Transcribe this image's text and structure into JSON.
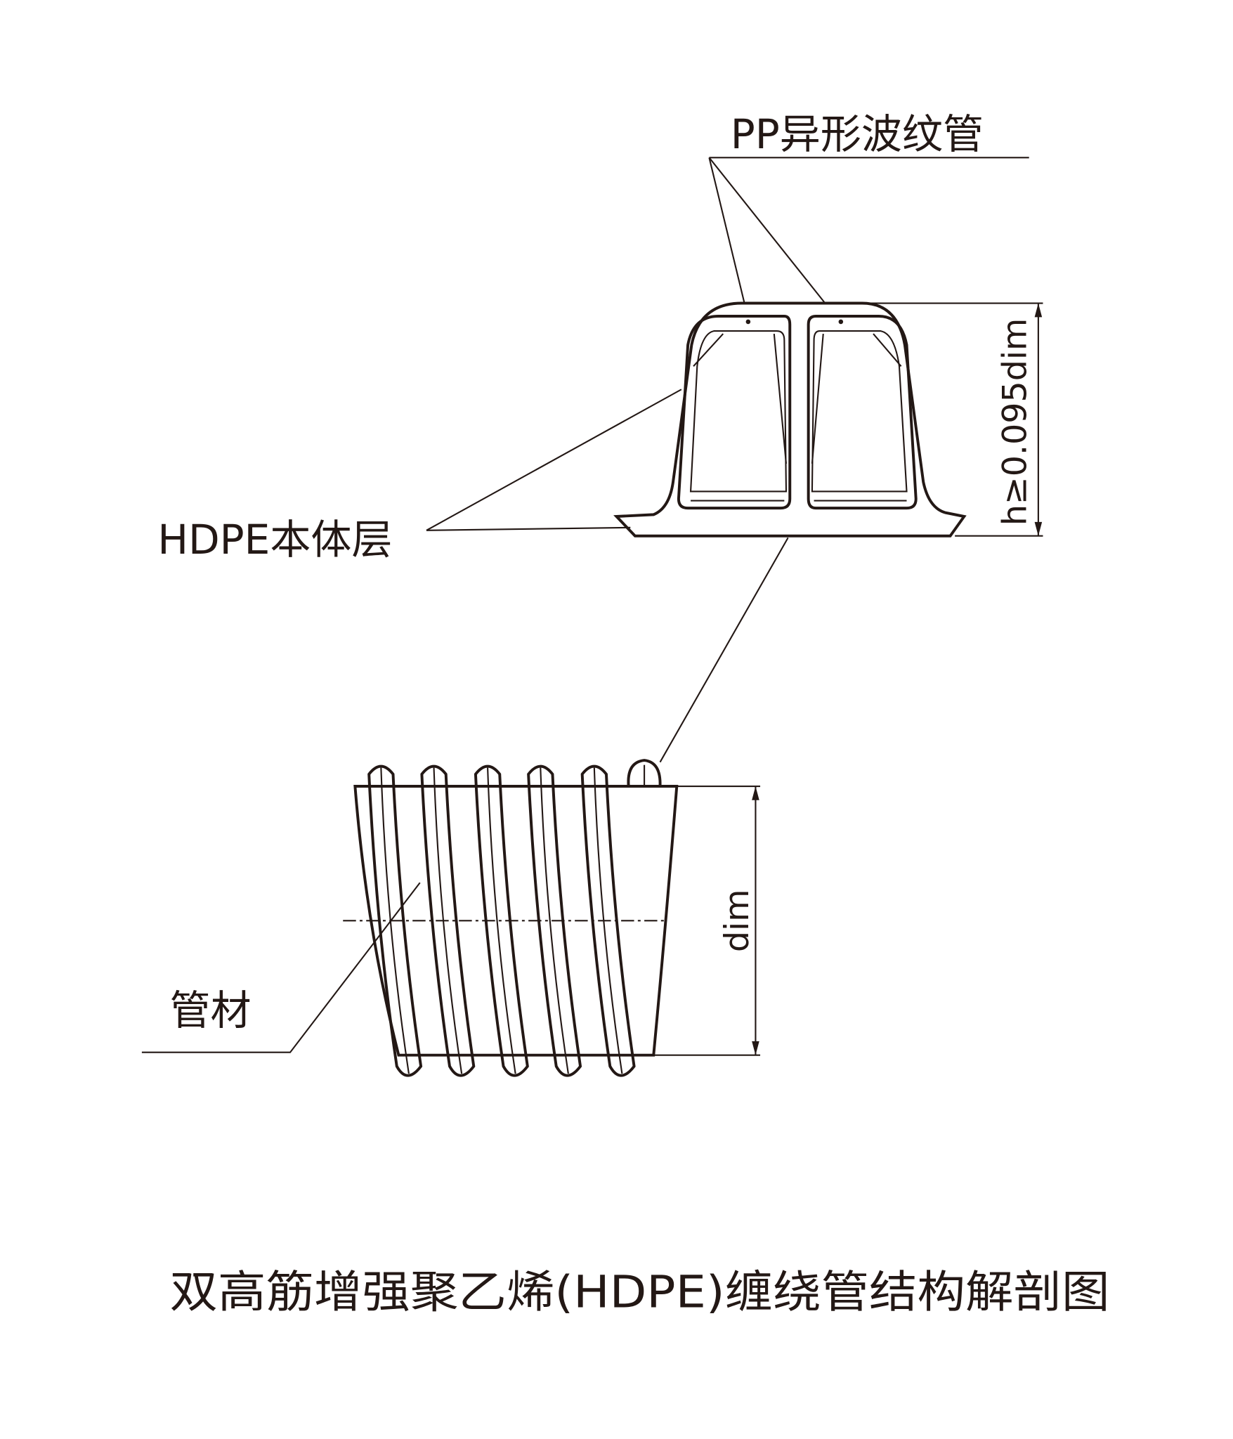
{
  "labels": {
    "pp_corrugated_pipe": "PP异形波纹管",
    "hdpe_body_layer": "HDPE本体层",
    "height_dimension": "h≥0.095dim",
    "pipe_dimension": "dim",
    "pipe_material": "管材"
  },
  "title": "双高筋增强聚乙烯(HDPE)缠绕管结构解剖图",
  "colors": {
    "ink": "#231815",
    "background": "#ffffff"
  }
}
